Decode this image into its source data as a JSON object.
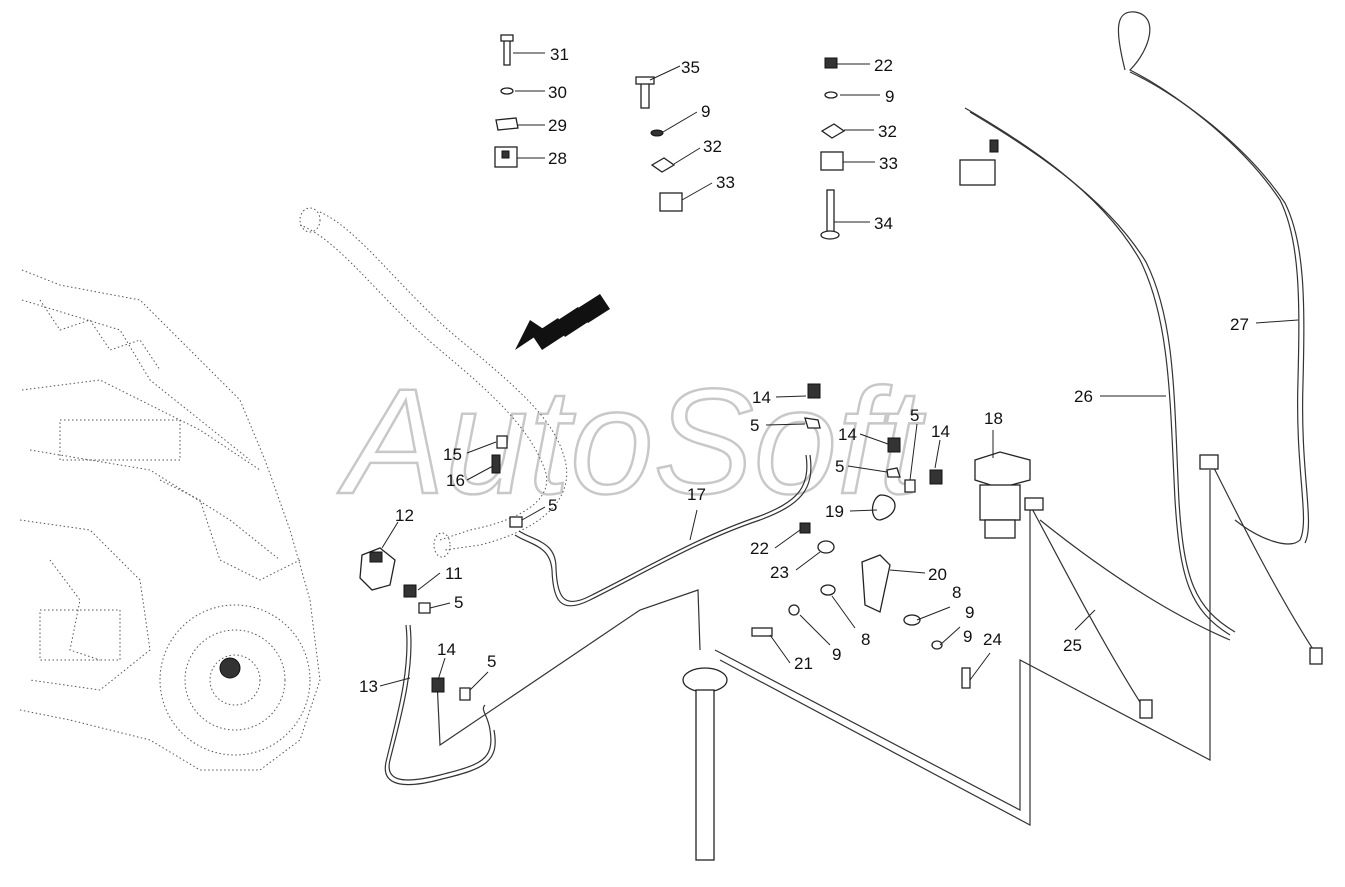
{
  "watermark": "AutoSoft",
  "callouts": [
    "31",
    "30",
    "29",
    "28",
    "35",
    "9",
    "32",
    "33",
    "22",
    "9",
    "32",
    "33",
    "34",
    "27",
    "26",
    "14",
    "5",
    "14",
    "5",
    "5",
    "14",
    "18",
    "15",
    "16",
    "17",
    "5",
    "19",
    "12",
    "22",
    "23",
    "20",
    "11",
    "5",
    "8",
    "9",
    "9",
    "24",
    "8",
    "25",
    "13",
    "14",
    "5",
    "21",
    "9"
  ],
  "accent_color": "#222222"
}
